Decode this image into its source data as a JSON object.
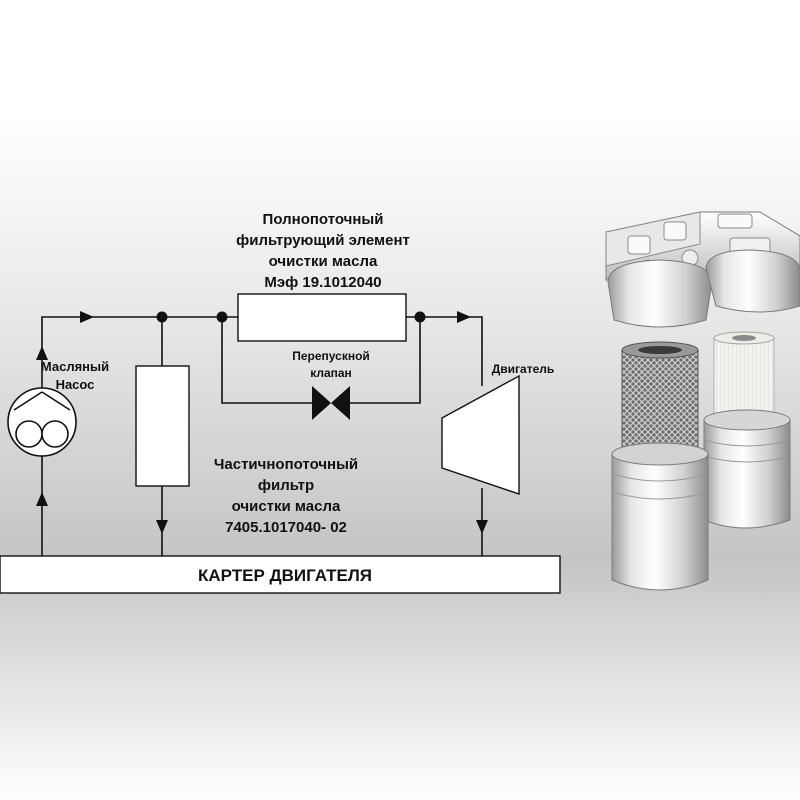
{
  "diagram": {
    "full_flow_filter": {
      "line1": "Полнопоточный",
      "line2": "фильтрующий элемент",
      "line3": "очистки масла",
      "line4": "Мэф 19.1012040"
    },
    "pump": {
      "line1": "Масляный",
      "line2": "Насос"
    },
    "bypass_valve": {
      "line1": "Перепускной",
      "line2": "клапан"
    },
    "engine": {
      "label": "Двигатель"
    },
    "partial_flow_filter": {
      "line1": "Частичнопоточный",
      "line2": "фильтр",
      "line3": "очистки масла",
      "line4": "7405.1017040- 02"
    },
    "crankcase": {
      "label": "КАРТЕР ДВИГАТЕЛЯ"
    }
  },
  "colors": {
    "line": "#111111",
    "box_fill": "#ffffff",
    "metal_light": "#f2f2f2",
    "metal_dark": "#8a8a8a",
    "paper": "#f3f1ec"
  }
}
